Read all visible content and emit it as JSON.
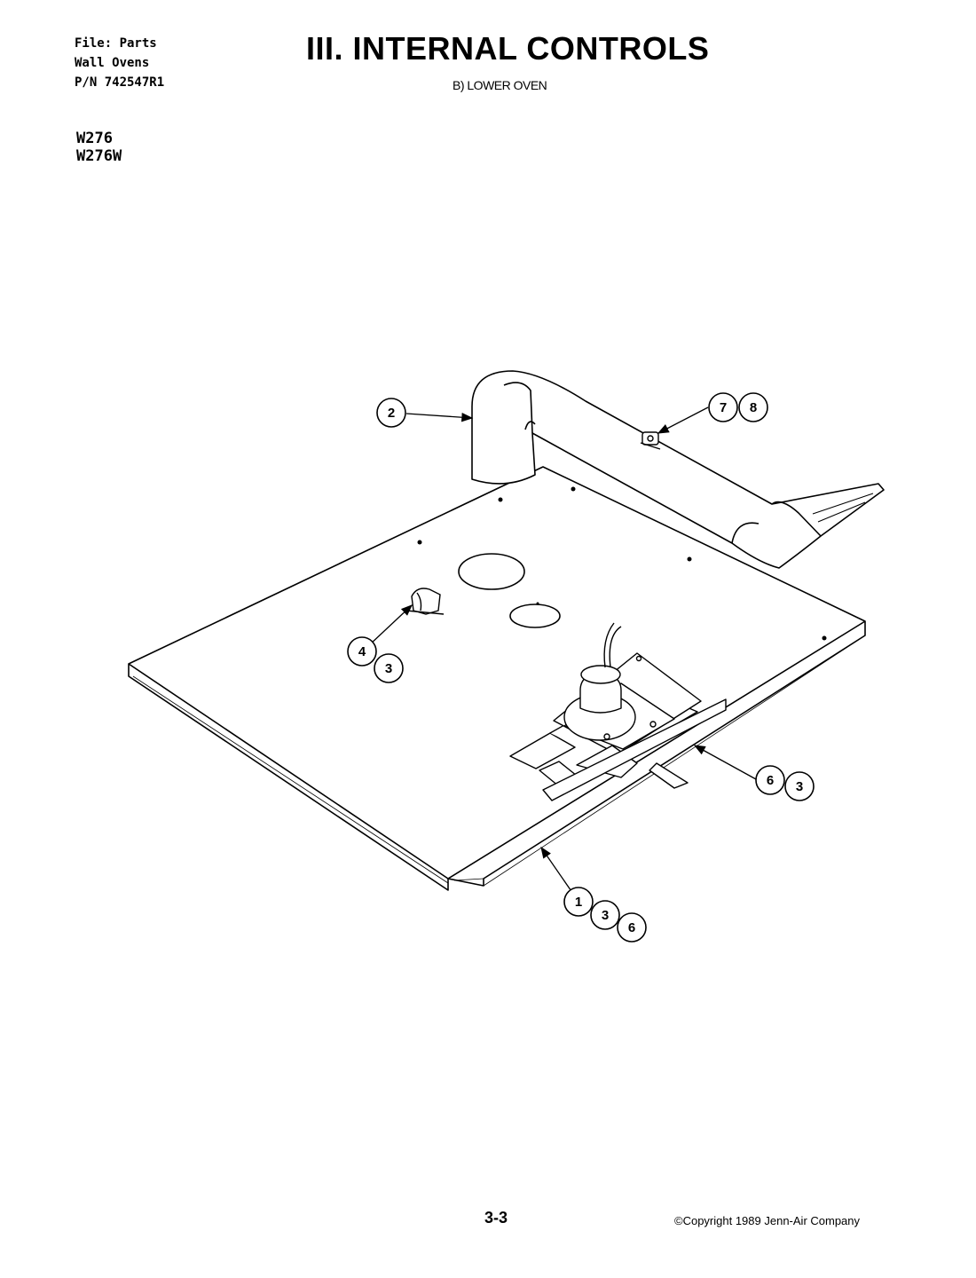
{
  "header": {
    "file_line": "File: Parts",
    "category_line": "Wall Ovens",
    "part_number_line": "P/N 742547R1",
    "title": "III. INTERNAL CONTROLS",
    "subtitle": "B) LOWER OVEN"
  },
  "models": [
    "W276",
    "W276W"
  ],
  "callouts": {
    "group_2": [
      "2"
    ],
    "group_78": [
      "7",
      "8"
    ],
    "group_43": [
      "4",
      "3"
    ],
    "group_63": [
      "6",
      "3"
    ],
    "group_136": [
      "1",
      "3",
      "6"
    ]
  },
  "footer": {
    "page_number": "3-3",
    "copyright": "©Copyright 1989 Jenn-Air Company"
  }
}
